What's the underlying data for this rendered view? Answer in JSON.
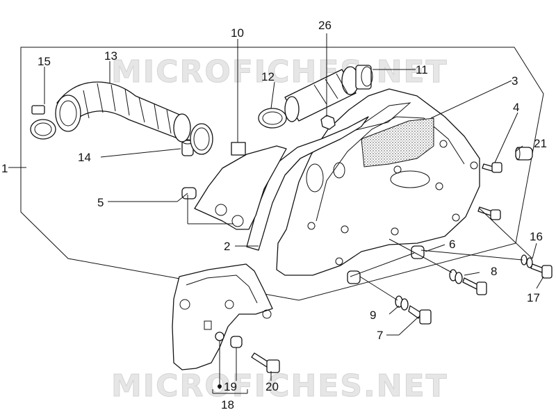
{
  "watermark": {
    "top": "MICROFICHES.NET",
    "bottom": "MICROFICHES.NET"
  },
  "callouts": [
    "1",
    "2",
    "3",
    "4",
    "5",
    "6",
    "7",
    "8",
    "9",
    "10",
    "11",
    "12",
    "13",
    "14",
    "15",
    "16",
    "17",
    "18",
    "19",
    "20",
    "21",
    "26"
  ]
}
